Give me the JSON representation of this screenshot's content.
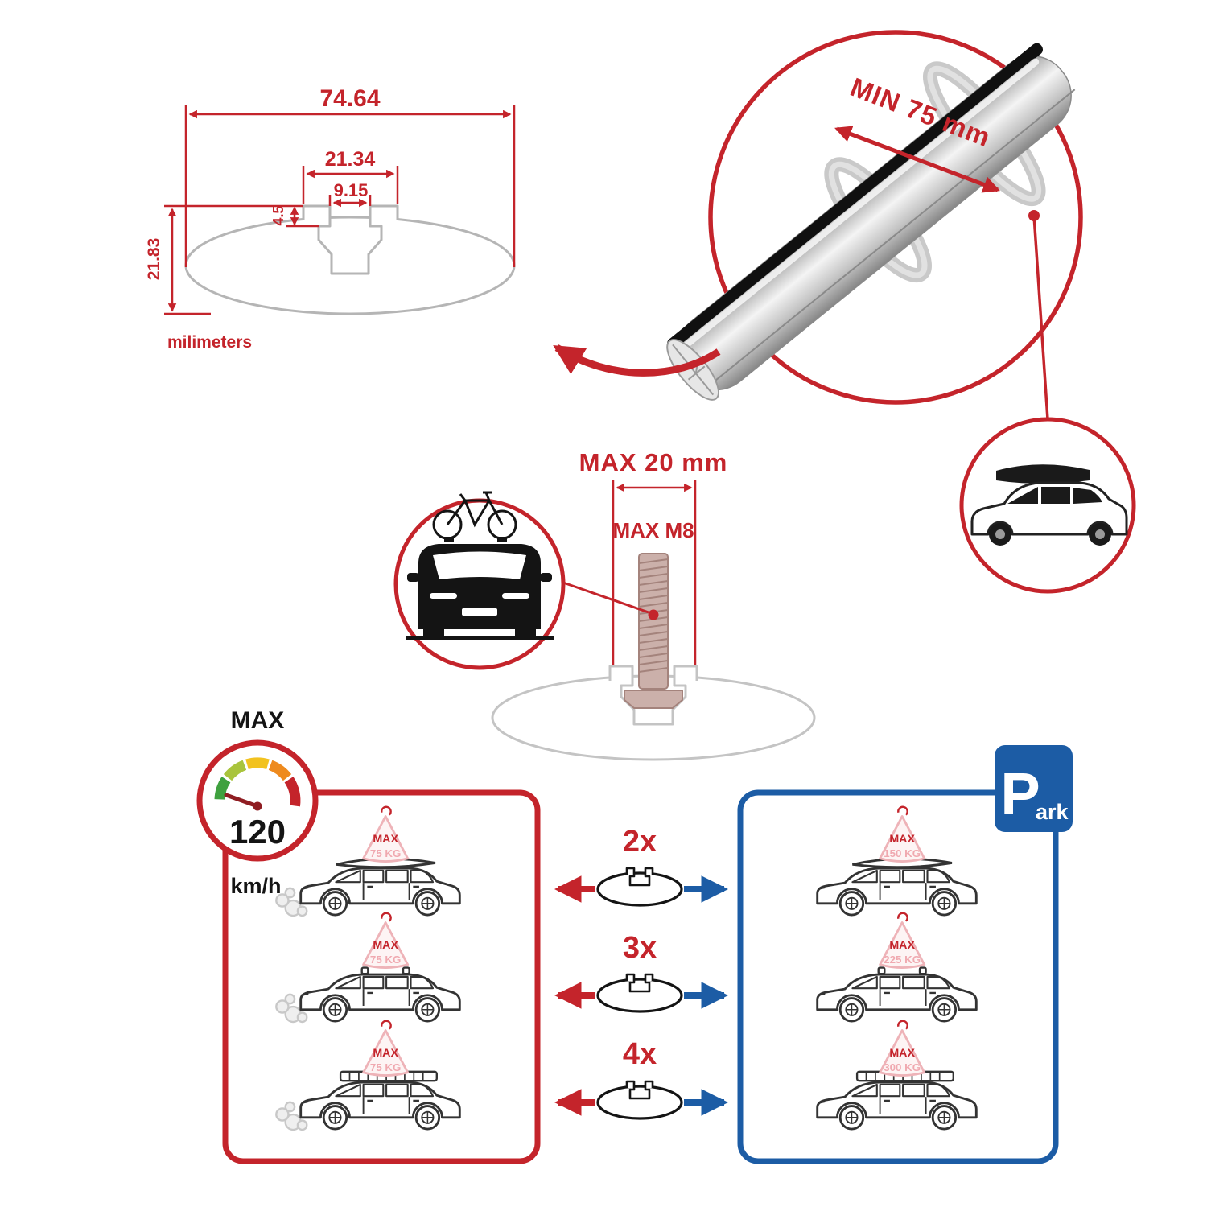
{
  "colors": {
    "red": "#c4242b",
    "blue": "#1c5ca5",
    "pink": "#f0a9b0",
    "gray": "#c4c4c4",
    "black": "#141414"
  },
  "cross_section": {
    "dim_total_width": "74.64",
    "dim_slot_outer": "21.34",
    "dim_slot_inner": "9.15",
    "dim_lip_depth": "4.5",
    "dim_total_height": "21.83",
    "units": "milimeters"
  },
  "bar_detail": {
    "min_span": "MIN 75 mm"
  },
  "bolt_detail": {
    "max_width": "MAX 20 mm",
    "max_thread": "MAX M8"
  },
  "speed_limit": {
    "label": "MAX",
    "value": "120",
    "unit": "km/h"
  },
  "park_sign": {
    "p": "P",
    "ark": "ark"
  },
  "left_cars": [
    {
      "max": "MAX",
      "load": "75 KG"
    },
    {
      "max": "MAX",
      "load": "75 KG"
    },
    {
      "max": "MAX",
      "load": "75 KG"
    }
  ],
  "right_cars": [
    {
      "max": "MAX",
      "load": "150 KG"
    },
    {
      "max": "MAX",
      "load": "225 KG"
    },
    {
      "max": "MAX",
      "load": "300 KG"
    }
  ],
  "quantities": [
    {
      "label": "2x"
    },
    {
      "label": "3x"
    },
    {
      "label": "4x"
    }
  ]
}
